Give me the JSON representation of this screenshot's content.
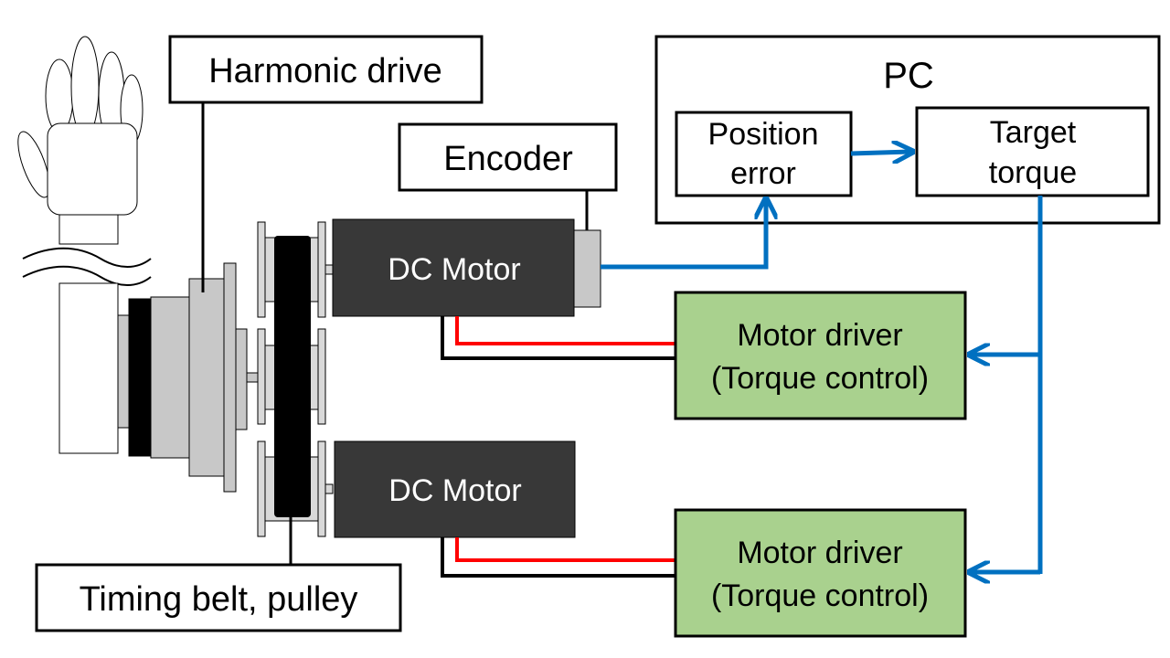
{
  "colors": {
    "background": "#ffffff",
    "box_stroke": "#000000",
    "motor_fill": "#383838",
    "motor_text": "#ffffff",
    "driver_fill": "#a9d18e",
    "signal_line": "#0070c0",
    "power_red": "#ff0000",
    "power_black": "#000000",
    "belt": "#000000",
    "housing_gray": "#c8c8c8"
  },
  "labels": {
    "harmonic_drive": "Harmonic drive",
    "encoder": "Encoder",
    "timing_belt": "Timing belt, pulley",
    "pc": "PC",
    "position_error": [
      "Position",
      "error"
    ],
    "target_torque": [
      "Target",
      "torque"
    ],
    "dc_motor_top": "DC Motor",
    "dc_motor_bottom": "DC Motor",
    "driver_top": [
      "Motor driver",
      "(Torque control)"
    ],
    "driver_bottom": [
      "Motor driver",
      "(Torque control)"
    ]
  },
  "icons": {
    "hand": "hand-icon",
    "break_mark": "break-mark-icon"
  }
}
